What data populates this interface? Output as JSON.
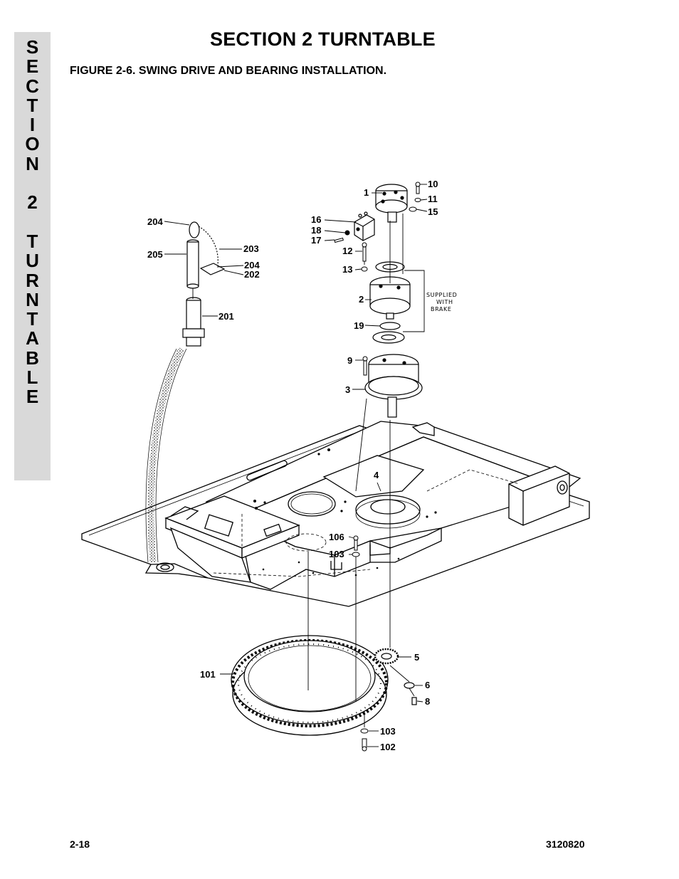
{
  "sidebar": {
    "letters": [
      "S",
      "E",
      "C",
      "T",
      "I",
      "O",
      "N",
      "",
      "2",
      "",
      "T",
      "U",
      "R",
      "N",
      "T",
      "A",
      "B",
      "L",
      "E"
    ]
  },
  "header": {
    "title": "SECTION 2  TURNTABLE"
  },
  "figure": {
    "caption": "FIGURE 2-6.    SWING DRIVE AND BEARING INSTALLATION.",
    "callouts": {
      "c1": "1",
      "c2": "2",
      "c3": "3",
      "c4": "4",
      "c5": "5",
      "c6": "6",
      "c8": "8",
      "c9": "9",
      "c10": "10",
      "c11": "11",
      "c12": "12",
      "c13": "13",
      "c15": "15",
      "c16": "16",
      "c17": "17",
      "c18": "18",
      "c19": "19",
      "c101": "101",
      "c102": "102",
      "c103a": "103",
      "c103b": "103",
      "c106": "106",
      "c201": "201",
      "c202": "202",
      "c203": "203",
      "c204a": "204",
      "c204b": "204",
      "c205": "205"
    },
    "note": {
      "line1": "SUPPLIED",
      "line2": "WITH",
      "line3": "BRAKE"
    }
  },
  "footer": {
    "page": "2-18",
    "doc_number": "3120820"
  }
}
